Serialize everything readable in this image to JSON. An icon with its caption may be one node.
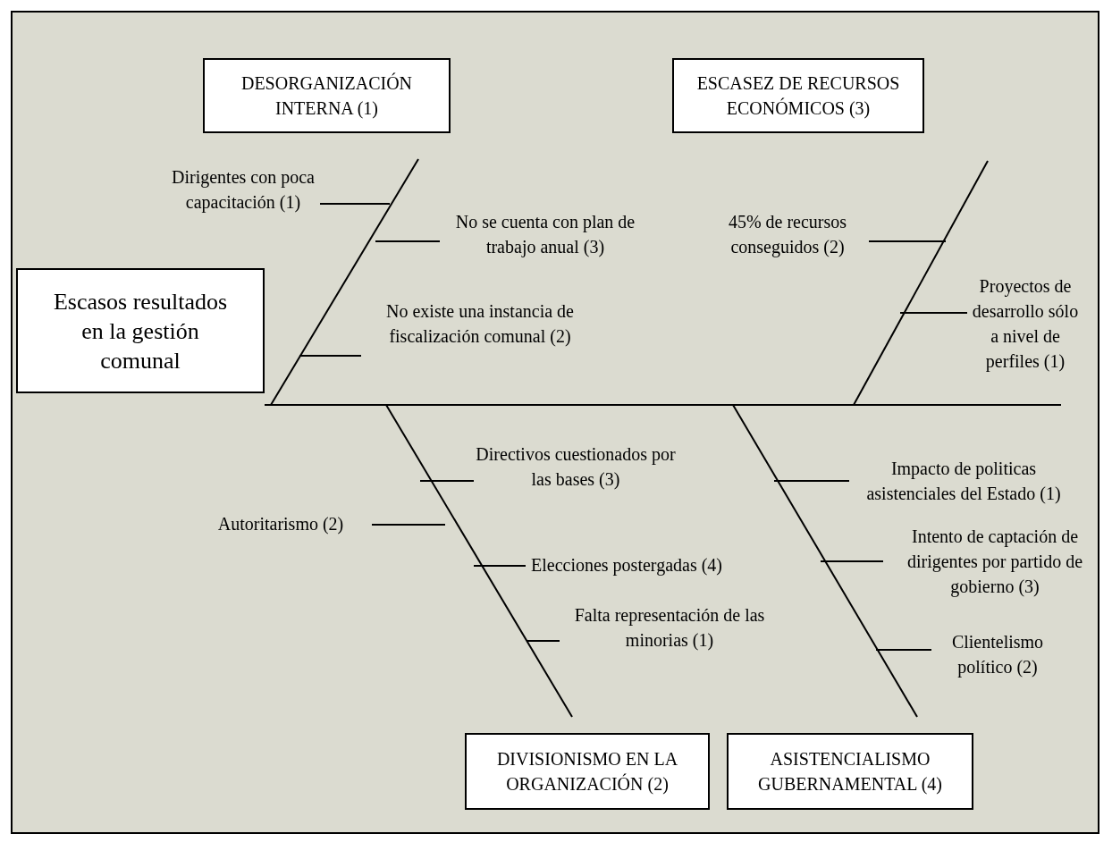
{
  "diagram": {
    "nodes": [
      {
        "text": [
          "Escasos resultados en la gestión comunal"
        ]
      },
      {
        "text": [
          "DESORGANIZACIÓN INTERNA (1)"
        ]
      },
      {
        "text": [
          "ESCASEZ DE RECURSOS ECONÓMICOS (3)"
        ]
      },
      {
        "text": [
          "DIVISIONISMO EN LA ORGANIZACIÓN (2)"
        ]
      },
      {
        "text": [
          "ASISTENCIALISMO GUBERNAMENTAL (4)"
        ]
      },
      {
        "text": [
          "Dirigentes con poca capacitación (1)"
        ]
      },
      {
        "text": [
          "No se cuenta con plan de trabajo anual (3)"
        ]
      },
      {
        "text": [
          "45% de recursos conseguidos (2)"
        ]
      },
      {
        "text": [
          "Proyectos de desarrollo sólo a nivel de perfiles (1)"
        ]
      },
      {
        "text": [
          "No existe una instancia de fiscalización comunal (2)"
        ]
      },
      {
        "text": [
          "Directivos cuestionados por las bases (3)"
        ]
      },
      {
        "text": [
          "Impacto de politicas asistenciales del Estado (1)"
        ]
      },
      {
        "text": [
          "Autoritarismo (2)"
        ]
      },
      {
        "text": [
          "Intento de captación de dirigentes por partido de gobierno (3)"
        ]
      },
      {
        "text": [
          "Elecciones postergadas (4)"
        ]
      },
      {
        "text": [
          "Falta representación de las minorias (1)"
        ]
      },
      {
        "text": [
          "Clientelismo político (2)"
        ]
      }
    ],
    "edges": [
      {
        "from": 0,
        "to": null,
        "arrow": "none"
      },
      {
        "from": 5,
        "to": null,
        "arrow": "none"
      },
      {
        "from": 6,
        "to": null,
        "arrow": "none"
      },
      {
        "from": 7,
        "to": null,
        "arrow": "none"
      },
      {
        "from": 8,
        "to": null,
        "arrow": "none"
      },
      {
        "from": 9,
        "to": null,
        "arrow": "none"
      },
      {
        "from": 10,
        "to": null,
        "arrow": "none"
      },
      {
        "from": 11,
        "to": null,
        "arrow": "none"
      },
      {
        "from": 12,
        "to": null,
        "arrow": "none"
      },
      {
        "from": 13,
        "to": null,
        "arrow": "none"
      },
      {
        "from": 14,
        "to": null,
        "arrow": "none"
      },
      {
        "from": 15,
        "to": null,
        "arrow": "none"
      },
      {
        "from": 16,
        "to": null,
        "arrow": "none"
      }
    ]
  }
}
